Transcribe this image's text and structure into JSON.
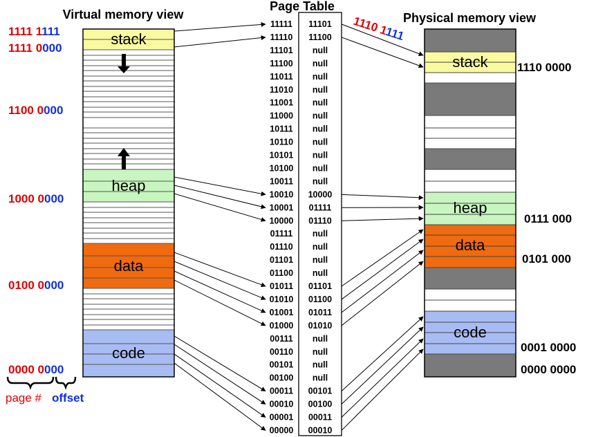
{
  "titles": {
    "virtual": "Virtual memory view",
    "page_table": "Page Table",
    "physical": "Physical memory view"
  },
  "colors": {
    "stack": "#fafaa0",
    "heap": "#c8f5c0",
    "data": "#f06a10",
    "code": "#a8bcf4",
    "used": "#7a7a7a",
    "page_bits": "#e00000",
    "offset_bits": "#1030e0",
    "line": "#000000"
  },
  "virtual": {
    "segments": [
      {
        "name": "stack",
        "label": "stack",
        "color": "stack"
      },
      {
        "name": "heap",
        "label": "heap",
        "color": "heap"
      },
      {
        "name": "data",
        "label": "data",
        "color": "data"
      },
      {
        "name": "code",
        "label": "code",
        "color": "code"
      }
    ],
    "addresses": [
      {
        "page": "1111 1",
        "offset": "111"
      },
      {
        "page": "1111 0",
        "offset": "000"
      },
      {
        "page": "1100 0",
        "offset": "000"
      },
      {
        "page": "1000 0",
        "offset": "000"
      },
      {
        "page": "0100 0",
        "offset": "000"
      },
      {
        "page": "0000 0",
        "offset": "000"
      }
    ]
  },
  "legend": {
    "page": "page #",
    "offset": "offset"
  },
  "page_table": {
    "entries": [
      {
        "vpn": "11111",
        "ppn": "11101"
      },
      {
        "vpn": "11110",
        "ppn": "11100"
      },
      {
        "vpn": "11101",
        "ppn": "null"
      },
      {
        "vpn": "11100",
        "ppn": "null"
      },
      {
        "vpn": "11011",
        "ppn": "null"
      },
      {
        "vpn": "11010",
        "ppn": "null"
      },
      {
        "vpn": "11001",
        "ppn": "null"
      },
      {
        "vpn": "11000",
        "ppn": "null"
      },
      {
        "vpn": "10111",
        "ppn": "null"
      },
      {
        "vpn": "10110",
        "ppn": "null"
      },
      {
        "vpn": "10101",
        "ppn": "null"
      },
      {
        "vpn": "10100",
        "ppn": "null"
      },
      {
        "vpn": "10011",
        "ppn": "null"
      },
      {
        "vpn": "10010",
        "ppn": "10000"
      },
      {
        "vpn": "10001",
        "ppn": "01111"
      },
      {
        "vpn": "10000",
        "ppn": "01110"
      },
      {
        "vpn": "01111",
        "ppn": "null"
      },
      {
        "vpn": "01110",
        "ppn": "null"
      },
      {
        "vpn": "01101",
        "ppn": "null"
      },
      {
        "vpn": "01100",
        "ppn": "null"
      },
      {
        "vpn": "01011",
        "ppn": "01101"
      },
      {
        "vpn": "01010",
        "ppn": "01100"
      },
      {
        "vpn": "01001",
        "ppn": "01011"
      },
      {
        "vpn": "01000",
        "ppn": "01010"
      },
      {
        "vpn": "00111",
        "ppn": "null"
      },
      {
        "vpn": "00110",
        "ppn": "null"
      },
      {
        "vpn": "00101",
        "ppn": "null"
      },
      {
        "vpn": "00100",
        "ppn": "null"
      },
      {
        "vpn": "00011",
        "ppn": "00101"
      },
      {
        "vpn": "00010",
        "ppn": "00100"
      },
      {
        "vpn": "00001",
        "ppn": "00011"
      },
      {
        "vpn": "00000",
        "ppn": "00010"
      }
    ]
  },
  "physical": {
    "segments": [
      {
        "name": "stack",
        "label": "stack",
        "color": "stack"
      },
      {
        "name": "heap",
        "label": "heap",
        "color": "heap"
      },
      {
        "name": "data",
        "label": "data",
        "color": "data"
      },
      {
        "name": "code",
        "label": "code",
        "color": "code"
      }
    ],
    "top_address": {
      "page": "1110 1",
      "offset": "111"
    },
    "addresses": [
      "1110 0000",
      "0111 000",
      "0101 000",
      "0001 0000",
      "0000 0000"
    ]
  }
}
